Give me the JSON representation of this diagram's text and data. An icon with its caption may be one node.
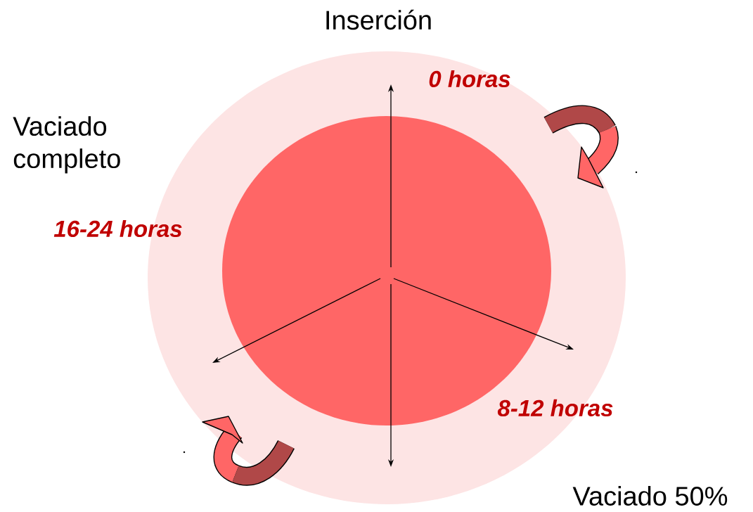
{
  "diagram": {
    "nodes": [
      {
        "text": [],
        "shape": "circle"
      },
      {
        "text": [],
        "shape": "circle",
        "in": 0
      }
    ],
    "edges": [],
    "labels": [
      "Inserción",
      "0 horas",
      "Vaciado completo",
      "16-24 horas",
      "8-12 horas",
      "Vaciado 50%"
    ]
  }
}
